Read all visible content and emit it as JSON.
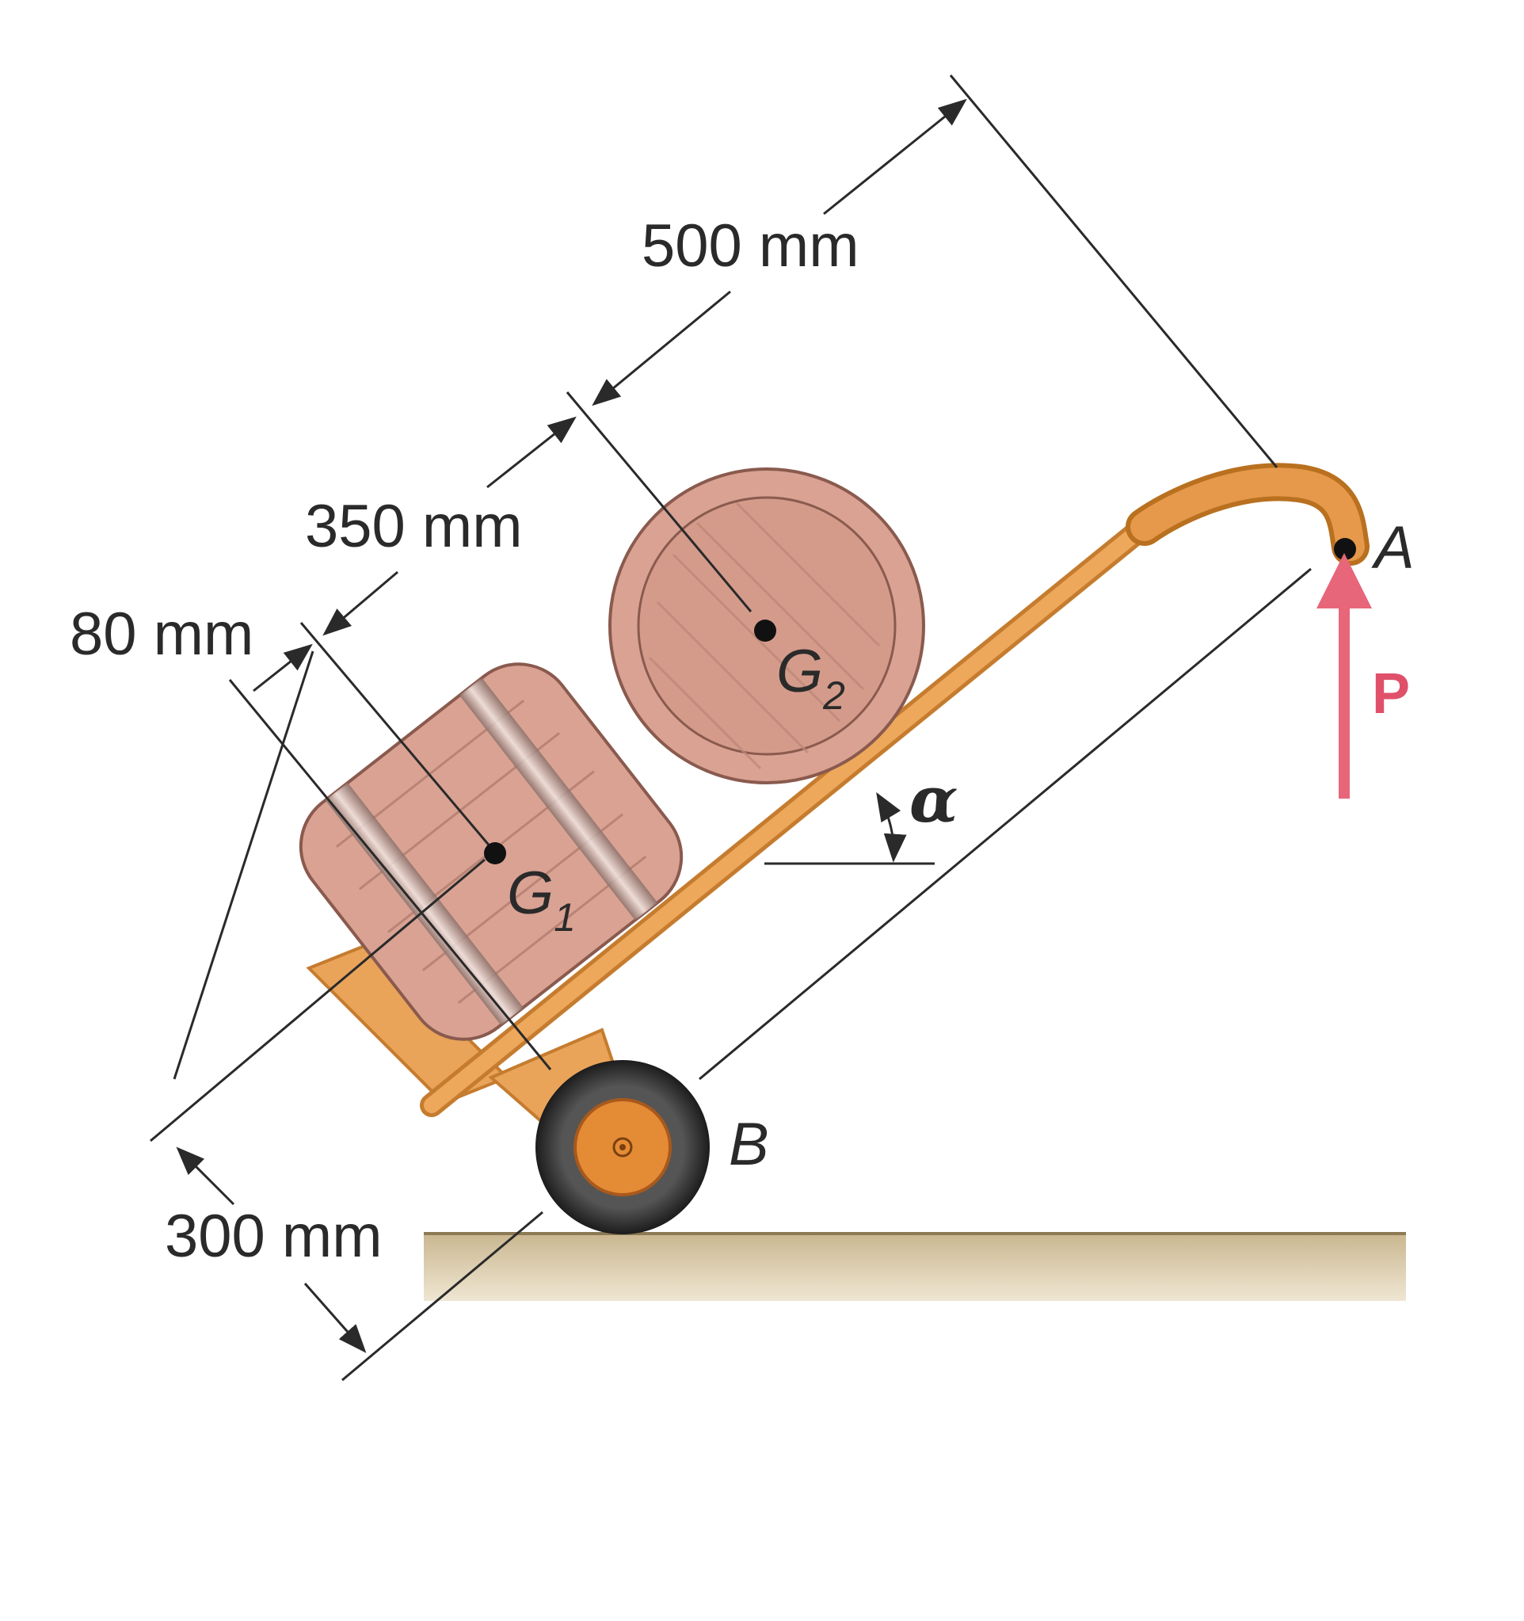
{
  "dimensions": {
    "d500": "500 mm",
    "d350": "350 mm",
    "d80": "80 mm",
    "d300": "300 mm"
  },
  "points": {
    "A": "A",
    "B": "B",
    "G1": "G",
    "G1_sub": "1",
    "G2": "G",
    "G2_sub": "2"
  },
  "force": {
    "label": "P",
    "color": "#e8667a"
  },
  "angle": {
    "label": "α"
  },
  "colors": {
    "frame": "#e9a45a",
    "barrel": "#d9a293",
    "ground": "#d9c9a7",
    "tire": "#2b2b2b",
    "hub": "#e48b35"
  }
}
